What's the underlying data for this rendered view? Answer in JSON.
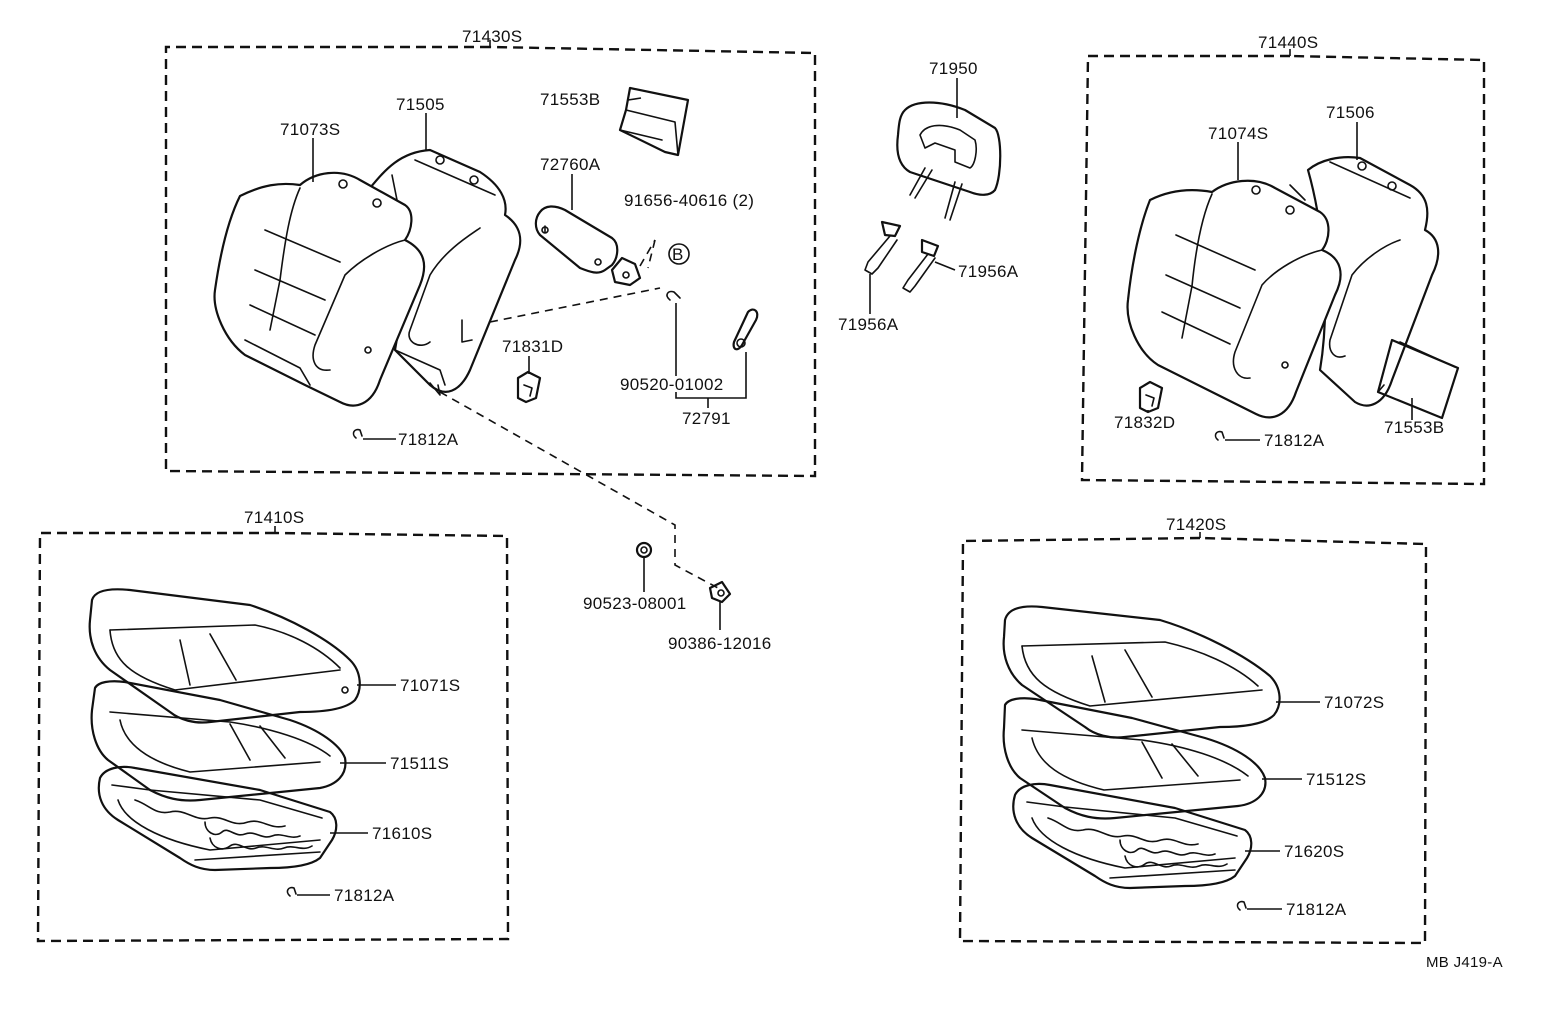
{
  "groups": {
    "rear_left_back": "71430S",
    "rear_right_back": "71440S",
    "left_cushion": "71410S",
    "right_cushion": "71420S"
  },
  "parts": {
    "p71950": "71950",
    "p71553B_top": "71553B",
    "p72760A": "72760A",
    "p91656": "91656-40616 (2)",
    "p71505": "71505",
    "p71073S": "71073S",
    "p71831D": "71831D",
    "p90520": "90520-01002",
    "p72791": "72791",
    "p71812A_1": "71812A",
    "p71956A_right": "71956A",
    "p71956A_left": "71956A",
    "p71074S": "71074S",
    "p71506": "71506",
    "p71832D": "71832D",
    "p71812A_2": "71812A",
    "p71553B_right": "71553B",
    "p90523": "90523-08001",
    "p90386": "90386-12016",
    "p71071S": "71071S",
    "p71511S": "71511S",
    "p71610S": "71610S",
    "p71812A_3": "71812A",
    "p71072S": "71072S",
    "p71512S": "71512S",
    "p71620S": "71620S",
    "p71812A_4": "71812A"
  },
  "callout_symbol": "B",
  "figure_code": "MB J419-A"
}
